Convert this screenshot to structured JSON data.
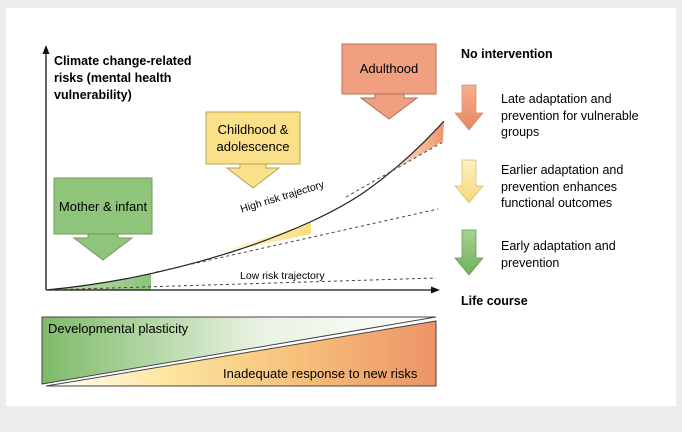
{
  "diagram": {
    "y_axis_label": "Climate change-related risks  (mental health vulnerability)",
    "x_axis_label": "Life course",
    "stages": {
      "mother_infant": "Mother & infant",
      "childhood": "Childhood & adolescence",
      "adulthood": "Adulthood"
    },
    "trajectories": {
      "high": "High risk trajectory",
      "low": "Low risk trajectory"
    },
    "legend": {
      "title": "No intervention",
      "items": [
        "Late adaptation and prevention for vulnerable groups",
        "Earlier adaptation and prevention enhances functional outcomes",
        "Early adaptation and prevention"
      ]
    },
    "bands": {
      "plasticity": "Developmental plasticity",
      "response": "Inadequate response to new risks"
    },
    "colors": {
      "green": "#8cc479",
      "yellow": "#fbe08a",
      "orange": "#f0a17e"
    }
  }
}
